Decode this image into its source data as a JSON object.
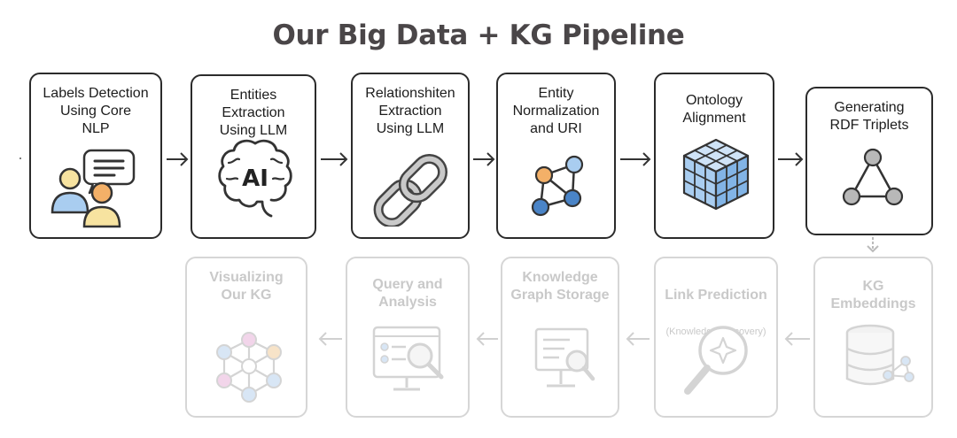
{
  "title": "Our Big Data + KG Pipeline",
  "steps_top": [
    {
      "label": "Labels Detection\nUsing Core\nNLP",
      "icon": "people-chat-icon"
    },
    {
      "label": "Entities Extraction\nUsing LLM",
      "icon": "ai-brain-icon"
    },
    {
      "label": "Relationshiten\nExtraction\nUsing LLM",
      "icon": "chain-link-icon"
    },
    {
      "label": "Entity\nNormalization\nand URI",
      "icon": "graph-nodes-icon"
    },
    {
      "label": "Ontology\nAlignment",
      "icon": "cube-icon"
    },
    {
      "label": "Generating\nRDF Triplets",
      "icon": "triangle-graph-icon"
    }
  ],
  "steps_bottom": [
    {
      "label": "Visualizing\nOur KG",
      "icon": "network-graph-icon"
    },
    {
      "label": "Query and\nAnalysis",
      "icon": "monitor-search-icon"
    },
    {
      "label": "Knowledge\nGraph Storage",
      "icon": "document-magnifier-icon"
    },
    {
      "label": "Link Prediction",
      "sublabel": "(Knowledge Discovery)",
      "icon": "sparkle-magnifier-icon"
    },
    {
      "label": "KG\nEmbeddings",
      "icon": "database-graph-icon"
    }
  ],
  "ai_text": "AI",
  "colors": {
    "blue_light": "#a9cdf0",
    "blue_dark": "#4a84c7",
    "orange": "#f3b068",
    "yellow": "#f7e3a0",
    "faded": "#d4d4d4"
  }
}
